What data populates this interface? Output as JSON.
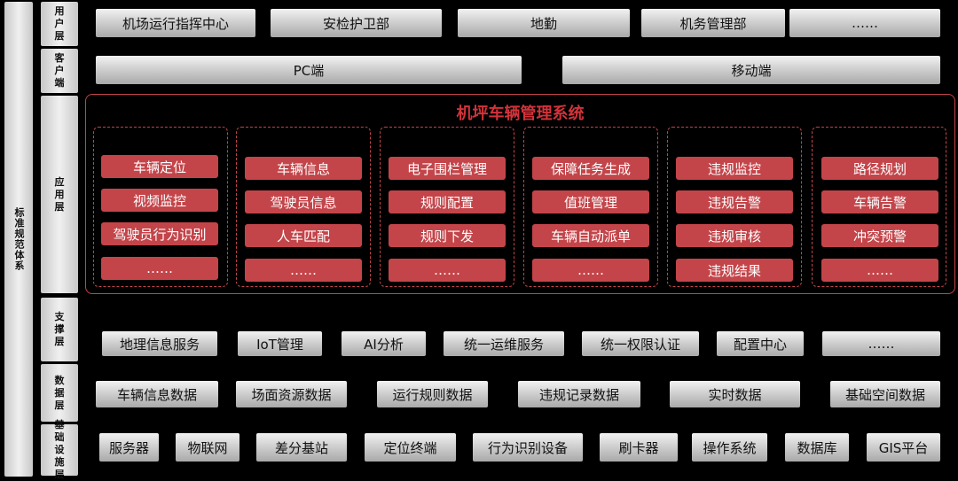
{
  "side_label": "标准规范体系",
  "layers": {
    "user": "用户层",
    "client": "客户端",
    "app": "应用层",
    "support": "支撑层",
    "data": "数据层",
    "infra": "基础设施层"
  },
  "user_items": [
    "机场运行指挥中心",
    "安检护卫部",
    "地勤",
    "机务管理部",
    "……"
  ],
  "client_items": [
    "PC端",
    "移动端"
  ],
  "app_title": "机坪车辆管理系统",
  "app_groups": [
    [
      "车辆定位",
      "视频监控",
      "驾驶员行为识别",
      "……"
    ],
    [
      "车辆信息",
      "驾驶员信息",
      "人车匹配",
      "……"
    ],
    [
      "电子围栏管理",
      "规则配置",
      "规则下发",
      "……"
    ],
    [
      "保障任务生成",
      "值班管理",
      "车辆自动派单",
      "……"
    ],
    [
      "违规监控",
      "违规告警",
      "违规审核",
      "违规结果"
    ],
    [
      "路径规划",
      "车辆告警",
      "冲突预警",
      "……"
    ]
  ],
  "support_items": [
    "地理信息服务",
    "IoT管理",
    "AI分析",
    "统一运维服务",
    "统一权限认证",
    "配置中心",
    "……"
  ],
  "data_items": [
    "车辆信息数据",
    "场面资源数据",
    "运行规则数据",
    "违规记录数据",
    "实时数据",
    "基础空间数据"
  ],
  "infra_items": [
    "服务器",
    "物联网",
    "差分基站",
    "定位终端",
    "行为识别设备",
    "刷卡器",
    "操作系统",
    "数据库",
    "GIS平台"
  ]
}
